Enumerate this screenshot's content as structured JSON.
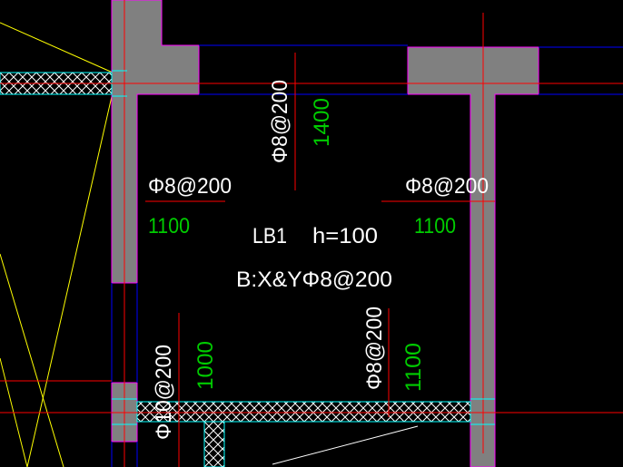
{
  "drawing": {
    "slab_label": "LB1",
    "slab_thickness": "h=100",
    "slab_bottom_rebar": "B:X&YΦ8@200",
    "rebar_top_center": "Φ8@200",
    "dim_top_center": "1400",
    "rebar_left": "Φ8@200",
    "dim_left": "1100",
    "rebar_right": "Φ8@200",
    "dim_right": "1100",
    "rebar_bottom_left": "Φ10@200",
    "dim_bottom_left": "1000",
    "rebar_bottom_right": "Φ8@200",
    "dim_bottom_right": "1100"
  },
  "colors": {
    "background": "#000000",
    "wall_fill": "#808080",
    "wall_outline": "#ff00ff",
    "grid_line": "#ff0000",
    "edge_line": "#0000ff",
    "cyan_line": "#00ffff",
    "annotation_text": "#ffffff",
    "dimension_text": "#00cc00",
    "diagonal_line": "#ffff00",
    "hatch": "#ffffff"
  }
}
